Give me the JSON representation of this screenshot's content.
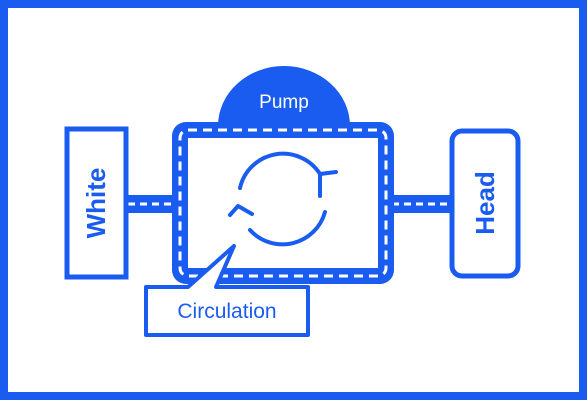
{
  "diagram": {
    "colors": {
      "primary": "#1a5cf0",
      "background": "#ffffff"
    },
    "pump": {
      "label": "Pump"
    },
    "left_block": {
      "label": "White"
    },
    "right_block": {
      "label": "Head"
    },
    "callout": {
      "label": "Circulation"
    },
    "center": {
      "icon": "circular-arrows-icon"
    }
  }
}
